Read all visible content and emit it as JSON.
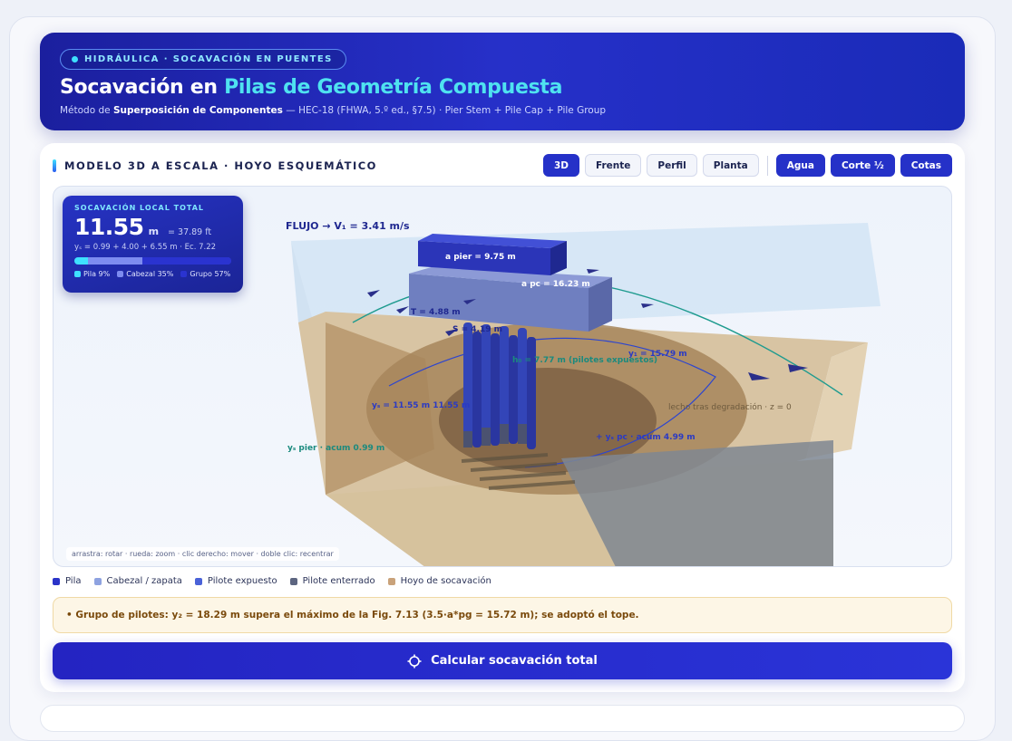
{
  "header": {
    "pill_label": "HIDRÁULICA · SOCAVACIÓN EN PUENTES",
    "title_main": "Socavación en ",
    "title_accent": "Pilas de Geometría Compuesta",
    "subtitle_prefix": "Método de ",
    "subtitle_bold": "Superposición de Componentes",
    "subtitle_rest": " — HEC-18 (FHWA, 5.º ed., §7.5) · Pier Stem + Pile Cap + Pile Group"
  },
  "model": {
    "title": "MODELO 3D A ESCALA · HOYO ESQUEMÁTICO",
    "view_buttons": [
      {
        "label": "3D",
        "active": true
      },
      {
        "label": "Frente",
        "active": false
      },
      {
        "label": "Perfil",
        "active": false
      },
      {
        "label": "Planta",
        "active": false
      }
    ],
    "toggle_buttons": [
      {
        "label": "Agua"
      },
      {
        "label": "Corte ½"
      },
      {
        "label": "Cotas"
      }
    ]
  },
  "scour": {
    "label": "SOCAVACIÓN LOCAL TOTAL",
    "value": "11.55",
    "unit": "m",
    "feet": "= 37.89 ft",
    "equation": "yₛ = 0.99 + 4.00 + 6.55 m · Ec. 7.22",
    "components": [
      {
        "name": "Pila 9%",
        "fraction": 0.09,
        "color": "#3ee0ff"
      },
      {
        "name": "Cabezal 35%",
        "fraction": 0.35,
        "color": "#7d8cf0"
      },
      {
        "name": "Grupo 57%",
        "fraction": 0.57,
        "color": "#2a33d0"
      }
    ]
  },
  "scene_labels": {
    "flow": "FLUJO → V₁ = 3.41 m/s",
    "a_pier": "a pier = 9.75 m",
    "a_pc": "a pc = 16.23 m",
    "T": "T = 4.88 m",
    "S": "S = 4.19 m",
    "h0": "h₀ = 7.77 m (pilotes expuestos)",
    "y1": "y₁ = 15.79 m",
    "ys_total": "yₛ = 11.55 m 11.55 m",
    "lecho": "lecho tras degradación · z = 0",
    "ys_pc": "+ yₛ pc · acum 4.99 m",
    "ys_pier": "yₛ pier · acum 0.99 m"
  },
  "hint": "arrastra: rotar · rueda: zoom · clic derecho: mover · doble clic: recentrar",
  "legend": [
    {
      "label": "Pila",
      "color": "#2a33c8"
    },
    {
      "label": "Cabezal / zapata",
      "color": "#8ea2e0"
    },
    {
      "label": "Pilote expuesto",
      "color": "#4a62d8"
    },
    {
      "label": "Pilote enterrado",
      "color": "#5c6580"
    },
    {
      "label": "Hoyo de socavación",
      "color": "#c9a27a"
    }
  ],
  "warning": "• Grupo de pilotes: y₂ = 18.29 m supera el máximo de la Fig. 7.13 (3.5·a*pg = 15.72 m); se adoptó el tope.",
  "calc_button": "Calcular socavación total"
}
